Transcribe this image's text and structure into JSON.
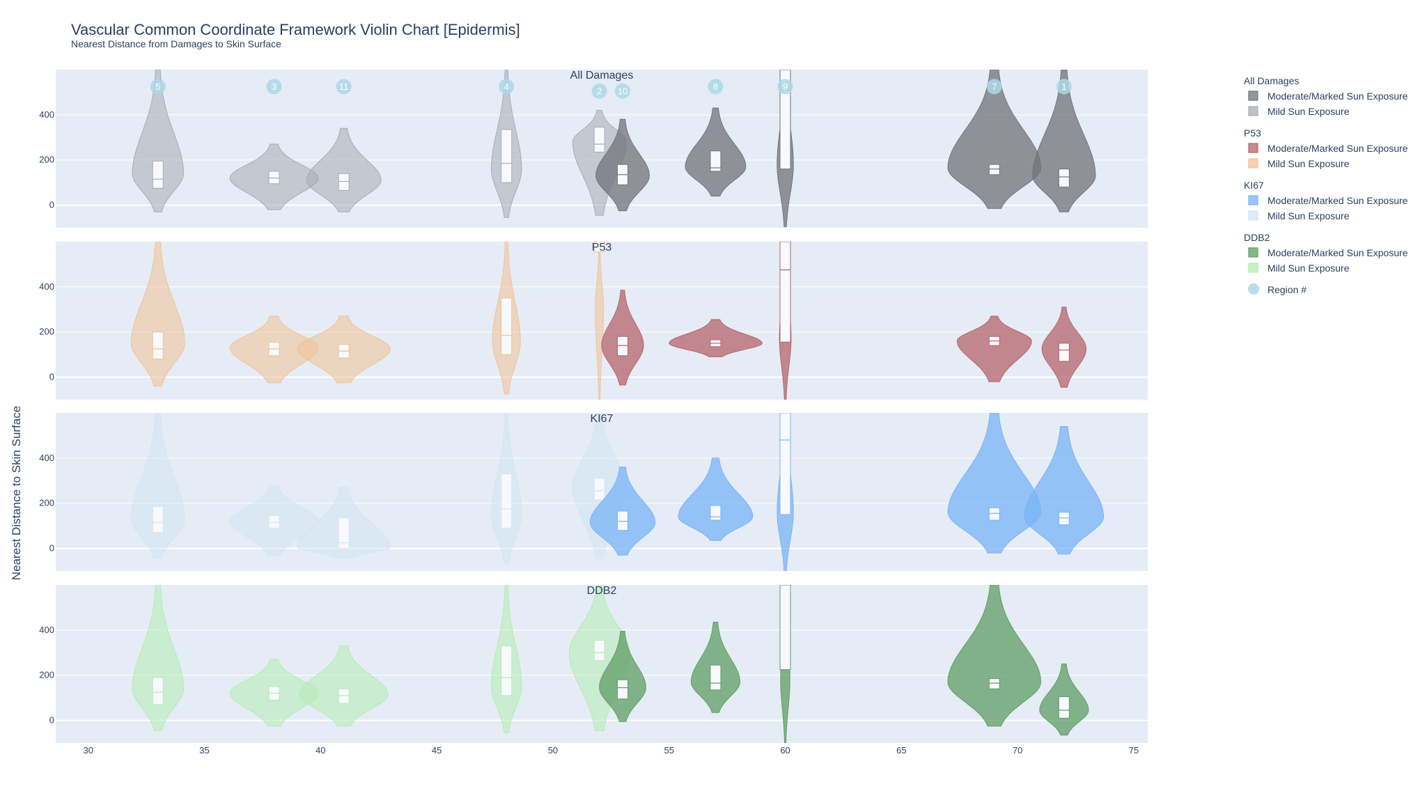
{
  "chart_data": {
    "type": "violin",
    "title": "Vascular Common Coordinate Framework Violin Chart [Epidermis]",
    "subtitle": "Nearest Distance from Damages to Skin Surface",
    "ylabel": "Nearest Distance to Skin Surface",
    "xlim": [
      28.6,
      75.6
    ],
    "ylim": [
      -100,
      600
    ],
    "x_ticks": [
      30,
      35,
      40,
      45,
      50,
      55,
      60,
      65,
      70,
      75
    ],
    "y_ticks": [
      0,
      200,
      400
    ],
    "colors": {
      "panel_bg": "#e5ecf6",
      "grid": "#ffffff",
      "box_fill": "#f7f9fc",
      "region_marker": "#add8e6"
    },
    "panels": [
      {
        "title": "All Damages",
        "colors": {
          "moderate": "#707478",
          "mild": "#a8acb2"
        },
        "violins": [
          {
            "x": 33,
            "group": "mild",
            "q1": 75,
            "median": 115,
            "q3": 195,
            "min": -30,
            "max": 600,
            "mode": 140,
            "width": 2.2
          },
          {
            "x": 38,
            "group": "mild",
            "q1": 95,
            "median": 120,
            "q3": 150,
            "min": -20,
            "max": 270,
            "mode": 120,
            "width": 3.8
          },
          {
            "x": 41,
            "group": "mild",
            "q1": 65,
            "median": 105,
            "q3": 140,
            "min": -30,
            "max": 340,
            "mode": 110,
            "width": 3.2
          },
          {
            "x": 48,
            "group": "mild",
            "q1": 100,
            "median": 185,
            "q3": 335,
            "min": -55,
            "max": 600,
            "mode": 160,
            "width": 1.3
          },
          {
            "x": 52,
            "group": "mild",
            "q1": 235,
            "median": 270,
            "q3": 345,
            "min": -45,
            "max": 420,
            "mode": 280,
            "width": 2.3
          },
          {
            "x": 53,
            "group": "moderate",
            "q1": 90,
            "median": 135,
            "q3": 180,
            "min": -25,
            "max": 380,
            "mode": 130,
            "width": 2.3
          },
          {
            "x": 57,
            "group": "moderate",
            "q1": 150,
            "median": 165,
            "q3": 240,
            "min": 40,
            "max": 430,
            "mode": 170,
            "width": 2.6
          },
          {
            "x": 60,
            "group": "moderate",
            "q1": 160,
            "median": 510,
            "q3": 600,
            "min": -95,
            "max": 600,
            "mode": 180,
            "width": 0.7
          },
          {
            "x": 69,
            "group": "moderate",
            "q1": 135,
            "median": 160,
            "q3": 180,
            "min": -15,
            "max": 600,
            "mode": 165,
            "width": 4.0
          },
          {
            "x": 72,
            "group": "moderate",
            "q1": 80,
            "median": 125,
            "q3": 160,
            "min": -30,
            "max": 600,
            "mode": 130,
            "width": 2.7
          }
        ],
        "regions": [
          {
            "label": "5",
            "x": 33,
            "y": 525
          },
          {
            "label": "3",
            "x": 38,
            "y": 525
          },
          {
            "label": "11",
            "x": 41,
            "y": 525
          },
          {
            "label": "4",
            "x": 48,
            "y": 525
          },
          {
            "label": "2",
            "x": 52,
            "y": 505
          },
          {
            "label": "10",
            "x": 53,
            "y": 505
          },
          {
            "label": "8",
            "x": 57,
            "y": 525
          },
          {
            "label": "9",
            "x": 60,
            "y": 525
          },
          {
            "label": "7",
            "x": 69,
            "y": 525
          },
          {
            "label": "1",
            "x": 72,
            "y": 525
          }
        ]
      },
      {
        "title": "P53",
        "colors": {
          "moderate": "#b5646b",
          "mild": "#f1c194"
        },
        "violins": [
          {
            "x": 33,
            "group": "mild",
            "q1": 80,
            "median": 125,
            "q3": 200,
            "min": -40,
            "max": 600,
            "mode": 150,
            "width": 2.3
          },
          {
            "x": 38,
            "group": "mild",
            "q1": 95,
            "median": 125,
            "q3": 155,
            "min": -25,
            "max": 270,
            "mode": 130,
            "width": 3.8
          },
          {
            "x": 41,
            "group": "mild",
            "q1": 85,
            "median": 115,
            "q3": 145,
            "min": -25,
            "max": 270,
            "mode": 125,
            "width": 4.0
          },
          {
            "x": 48,
            "group": "mild",
            "q1": 100,
            "median": 185,
            "q3": 350,
            "min": -75,
            "max": 600,
            "mode": 160,
            "width": 1.2
          },
          {
            "x": 52,
            "group": "mild",
            "q1": 555,
            "median": 600,
            "q3": 600,
            "min": -100,
            "max": 600,
            "mode": 300,
            "width": 0.35
          },
          {
            "x": 53,
            "group": "moderate",
            "q1": 95,
            "median": 140,
            "q3": 180,
            "min": -35,
            "max": 385,
            "mode": 140,
            "width": 1.8
          },
          {
            "x": 57,
            "group": "moderate",
            "q1": 135,
            "median": 150,
            "q3": 165,
            "min": 90,
            "max": 255,
            "mode": 150,
            "width": 4.0
          },
          {
            "x": 60,
            "group": "moderate",
            "q1": 155,
            "median": 475,
            "q3": 600,
            "min": -100,
            "max": 600,
            "mode": 170,
            "width": 0.5
          },
          {
            "x": 69,
            "group": "moderate",
            "q1": 140,
            "median": 160,
            "q3": 180,
            "min": -20,
            "max": 270,
            "mode": 160,
            "width": 3.2
          },
          {
            "x": 72,
            "group": "moderate",
            "q1": 70,
            "median": 120,
            "q3": 150,
            "min": -45,
            "max": 310,
            "mode": 125,
            "width": 1.9
          }
        ]
      },
      {
        "title": "KI67",
        "colors": {
          "moderate": "#78b4f5",
          "mild": "#d2e6f2"
        },
        "violins": [
          {
            "x": 33,
            "group": "mild",
            "q1": 70,
            "median": 115,
            "q3": 185,
            "min": -45,
            "max": 600,
            "mode": 130,
            "width": 2.3
          },
          {
            "x": 38,
            "group": "mild",
            "q1": 90,
            "median": 115,
            "q3": 145,
            "min": -30,
            "max": 280,
            "mode": 120,
            "width": 3.8
          },
          {
            "x": 41,
            "group": "mild",
            "q1": 0,
            "median": 25,
            "q3": 135,
            "min": -45,
            "max": 270,
            "mode": 5,
            "width": 4.0
          },
          {
            "x": 48,
            "group": "mild",
            "q1": 90,
            "median": 175,
            "q3": 330,
            "min": -70,
            "max": 600,
            "mode": 150,
            "width": 1.3
          },
          {
            "x": 52,
            "group": "mild",
            "q1": 215,
            "median": 255,
            "q3": 310,
            "min": -45,
            "max": 600,
            "mode": 270,
            "width": 2.3
          },
          {
            "x": 53,
            "group": "moderate",
            "q1": 80,
            "median": 120,
            "q3": 165,
            "min": -30,
            "max": 360,
            "mode": 115,
            "width": 2.8
          },
          {
            "x": 57,
            "group": "moderate",
            "q1": 125,
            "median": 140,
            "q3": 190,
            "min": 35,
            "max": 400,
            "mode": 140,
            "width": 3.2
          },
          {
            "x": 60,
            "group": "moderate",
            "q1": 150,
            "median": 480,
            "q3": 600,
            "min": -100,
            "max": 600,
            "mode": 160,
            "width": 0.7
          },
          {
            "x": 69,
            "group": "moderate",
            "q1": 125,
            "median": 155,
            "q3": 180,
            "min": -20,
            "max": 600,
            "mode": 160,
            "width": 4.0
          },
          {
            "x": 72,
            "group": "moderate",
            "q1": 105,
            "median": 135,
            "q3": 160,
            "min": -25,
            "max": 540,
            "mode": 140,
            "width": 3.4
          }
        ]
      },
      {
        "title": "DDB2",
        "colors": {
          "moderate": "#5f9e64",
          "mild": "#b4ecb2"
        },
        "violins": [
          {
            "x": 33,
            "group": "mild",
            "q1": 70,
            "median": 125,
            "q3": 190,
            "min": -45,
            "max": 600,
            "mode": 140,
            "width": 2.2
          },
          {
            "x": 38,
            "group": "mild",
            "q1": 90,
            "median": 120,
            "q3": 150,
            "min": -25,
            "max": 270,
            "mode": 120,
            "width": 3.8
          },
          {
            "x": 41,
            "group": "mild",
            "q1": 75,
            "median": 110,
            "q3": 140,
            "min": -25,
            "max": 330,
            "mode": 115,
            "width": 3.8
          },
          {
            "x": 48,
            "group": "mild",
            "q1": 110,
            "median": 190,
            "q3": 330,
            "min": -55,
            "max": 600,
            "mode": 150,
            "width": 1.3
          },
          {
            "x": 52,
            "group": "mild",
            "q1": 265,
            "median": 300,
            "q3": 355,
            "min": -45,
            "max": 600,
            "mode": 300,
            "width": 2.6
          },
          {
            "x": 53,
            "group": "moderate",
            "q1": 95,
            "median": 145,
            "q3": 180,
            "min": -5,
            "max": 395,
            "mode": 145,
            "width": 2.0
          },
          {
            "x": 57,
            "group": "moderate",
            "q1": 135,
            "median": 165,
            "q3": 245,
            "min": 35,
            "max": 435,
            "mode": 170,
            "width": 2.1
          },
          {
            "x": 60,
            "group": "moderate",
            "q1": 225,
            "median": 600,
            "q3": 600,
            "min": -100,
            "max": 600,
            "mode": 180,
            "width": 0.4
          },
          {
            "x": 69,
            "group": "moderate",
            "q1": 140,
            "median": 165,
            "q3": 185,
            "min": -25,
            "max": 600,
            "mode": 170,
            "width": 4.0
          },
          {
            "x": 72,
            "group": "moderate",
            "q1": 10,
            "median": 45,
            "q3": 105,
            "min": -65,
            "max": 250,
            "mode": 45,
            "width": 2.1
          }
        ]
      }
    ]
  },
  "legend": {
    "groups": [
      {
        "title": "All Damages",
        "items": [
          {
            "label": "Moderate/Marked Sun Exposure",
            "color": "#707478"
          },
          {
            "label": "Mild Sun Exposure",
            "color": "#a8acb2"
          }
        ]
      },
      {
        "title": "P53",
        "items": [
          {
            "label": "Moderate/Marked Sun Exposure",
            "color": "#b5646b"
          },
          {
            "label": "Mild Sun Exposure",
            "color": "#f1c194"
          }
        ]
      },
      {
        "title": "KI67",
        "items": [
          {
            "label": "Moderate/Marked Sun Exposure",
            "color": "#78b4f5"
          },
          {
            "label": "Mild Sun Exposure",
            "color": "#d2e6f2"
          }
        ]
      },
      {
        "title": "DDB2",
        "items": [
          {
            "label": "Moderate/Marked Sun Exposure",
            "color": "#5f9e64"
          },
          {
            "label": "Mild Sun Exposure",
            "color": "#b4ecb2"
          }
        ]
      }
    ],
    "region_label": "Region #",
    "region_color": "#add8e6"
  }
}
